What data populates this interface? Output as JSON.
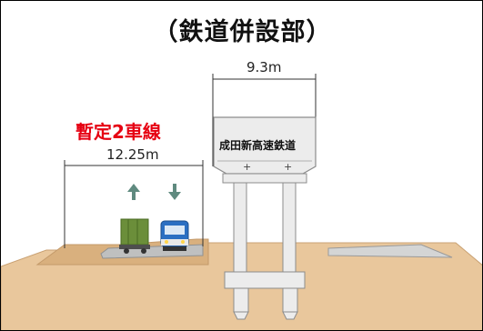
{
  "title": "（鉄道併設部）",
  "road_section": {
    "label": "暫定2車線",
    "width": "12.25m"
  },
  "rail_section": {
    "label": "成田新高速鉄道",
    "width": "9.3m"
  },
  "colors": {
    "ground": "#e9c79c",
    "ground_edge": "#c9a173",
    "road_surface": "#bfc0c0",
    "structure": "#ececec",
    "structure_edge": "#8c8c8c",
    "arrow": "#5f8a7f",
    "label_red": "#e60012",
    "truck_green": "#6b8e3a",
    "car_blue": "#2b6fc2"
  },
  "icons": [
    "up-arrow-icon",
    "down-arrow-icon",
    "truck-icon",
    "car-icon"
  ]
}
